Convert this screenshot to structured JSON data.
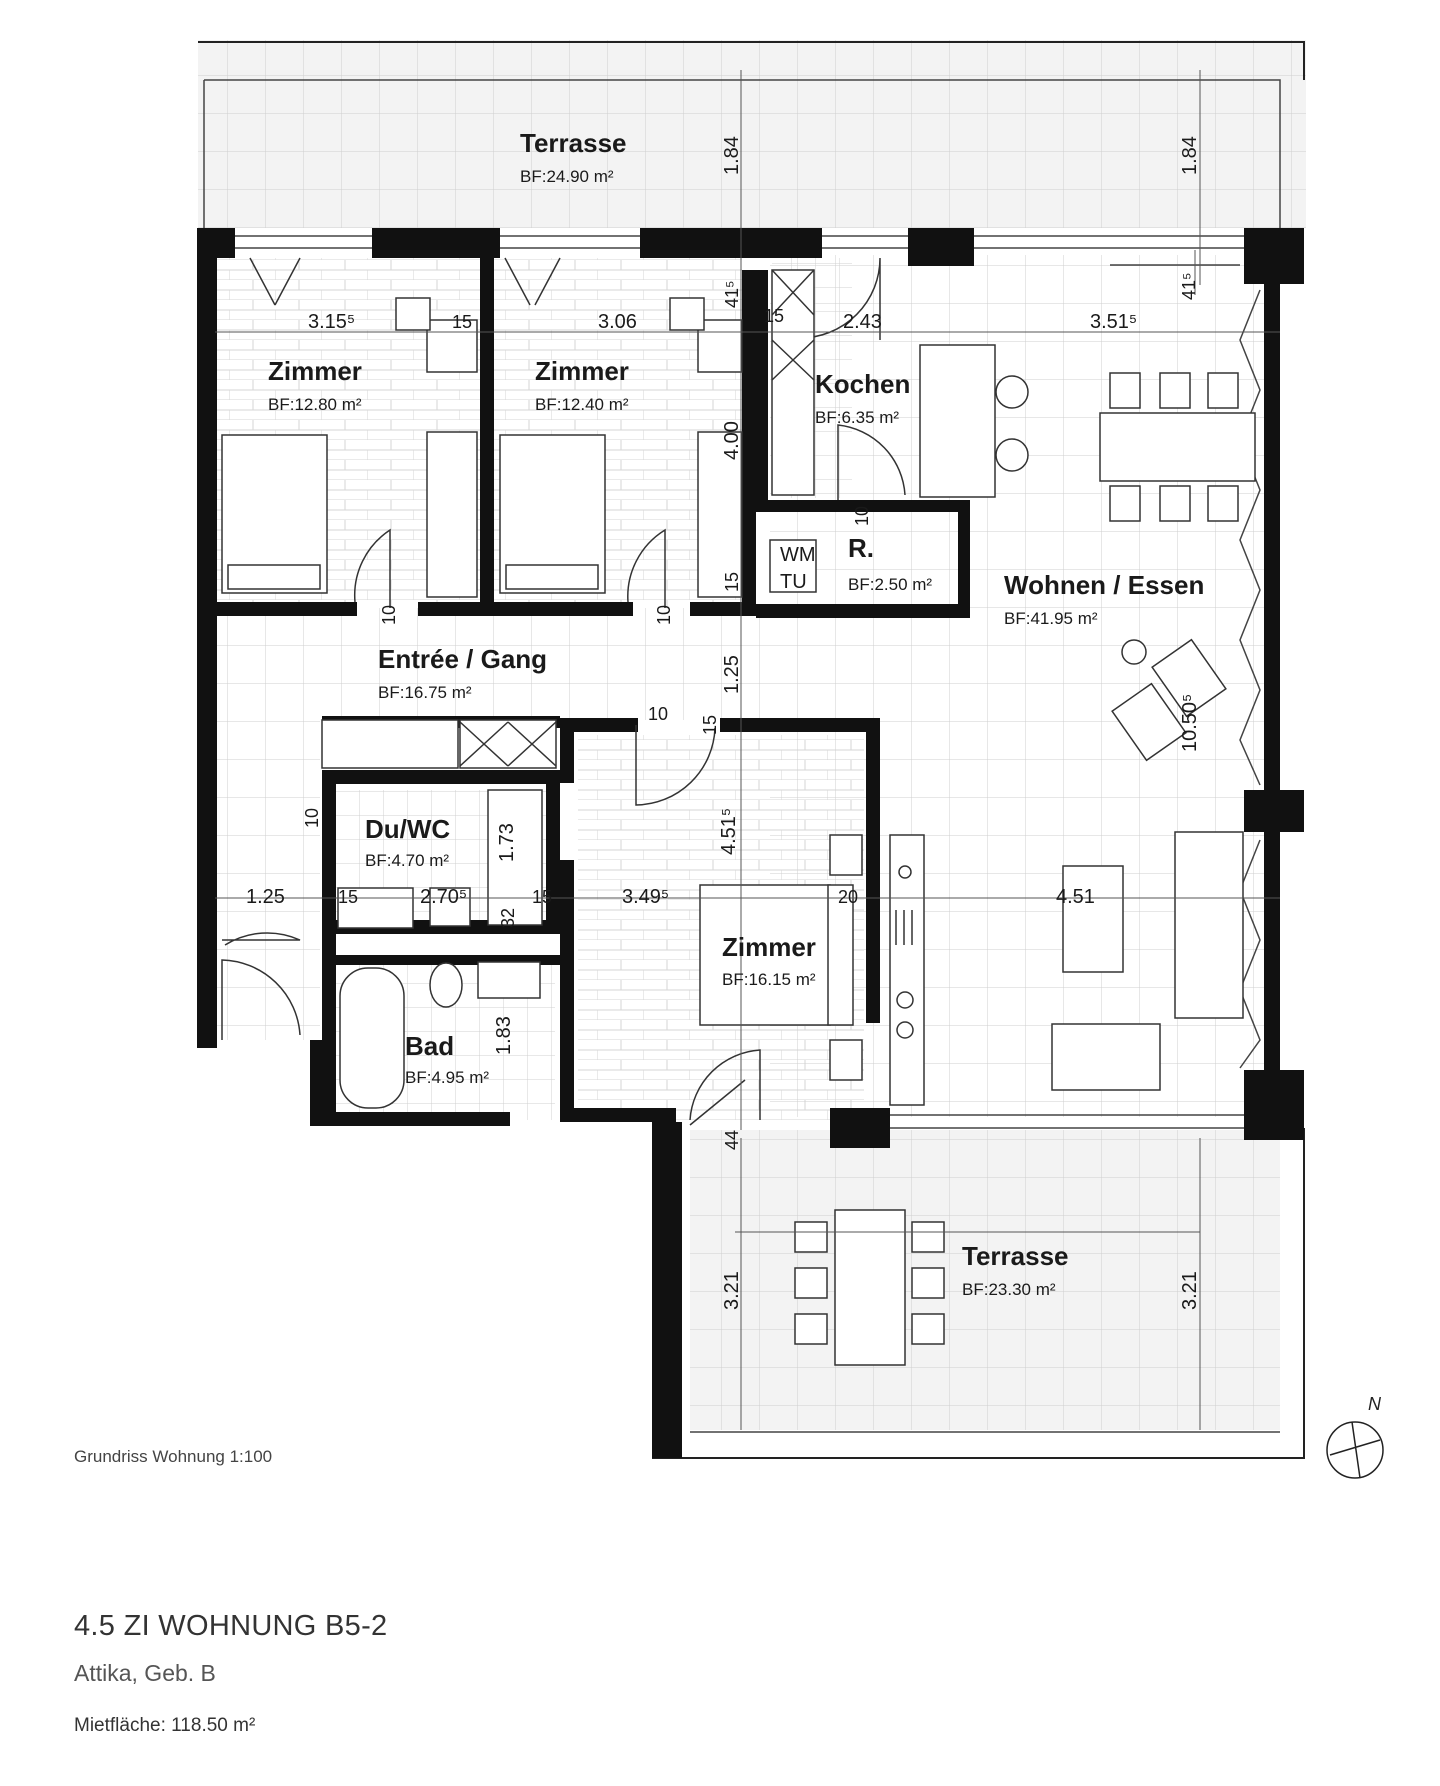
{
  "caption": "Grundriss Wohnung 1:100",
  "title": "4.5 ZI WOHNUNG B5-2",
  "subtitle": "Attika, Geb. B",
  "rental_area": "Mietfläche: 118.50 m²",
  "colors": {
    "wall": "#111111",
    "grid": "#cfcfcf",
    "terrace_fill": "#f1f1f1",
    "line": "#444444"
  },
  "rooms": {
    "terrace_top": {
      "name": "Terrasse",
      "area": "BF:24.90 m²"
    },
    "room1": {
      "name": "Zimmer",
      "area": "BF:12.80 m²"
    },
    "room2": {
      "name": "Zimmer",
      "area": "BF:12.40 m²"
    },
    "kitchen": {
      "name": "Kochen",
      "area": "BF:6.35 m²"
    },
    "storage": {
      "name": "R.",
      "area": "BF:2.50 m²"
    },
    "living": {
      "name": "Wohnen / Essen",
      "area": "BF:41.95 m²"
    },
    "hallway": {
      "name": "Entrée / Gang",
      "area": "BF:16.75 m²"
    },
    "shower": {
      "name": "Du/WC",
      "area": "BF:4.70 m²"
    },
    "bath": {
      "name": "Bad",
      "area": "BF:4.95 m²"
    },
    "room3": {
      "name": "Zimmer",
      "area": "BF:16.15 m²"
    },
    "terrace_bottom": {
      "name": "Terrasse",
      "area": "BF:23.30 m²"
    }
  },
  "dimensions": {
    "d_315": "3.15⁵",
    "d_306": "3.06",
    "d_243": "2.43",
    "d_351": "3.51⁵",
    "d_15a": "15",
    "d_15b": "15",
    "d_41a": "41⁵",
    "d_41b": "41⁵",
    "d_184a": "1.84",
    "d_184b": "1.84",
    "d_400": "4.00",
    "d_15c": "15",
    "d_125v": "1.25",
    "d_15d": "15",
    "d_1050": "10.50⁵",
    "d_451v": "4.51⁵",
    "d_173": "1.73",
    "d_125h": "1.25",
    "d_15e": "15",
    "d_270": "2.70⁵",
    "d_15f": "15",
    "d_349": "3.49⁵",
    "d_20": "20",
    "d_451h": "4.51",
    "d_32": "32",
    "d_183": "1.83",
    "d_44": "44",
    "d_321a": "3.21",
    "d_321b": "3.21",
    "d_10a": "10",
    "d_10b": "10",
    "d_10c": "10",
    "d_10d": "10",
    "d_10e": "10"
  },
  "appliances": {
    "washer": "WM",
    "dryer": "TU"
  },
  "north_label": "N"
}
